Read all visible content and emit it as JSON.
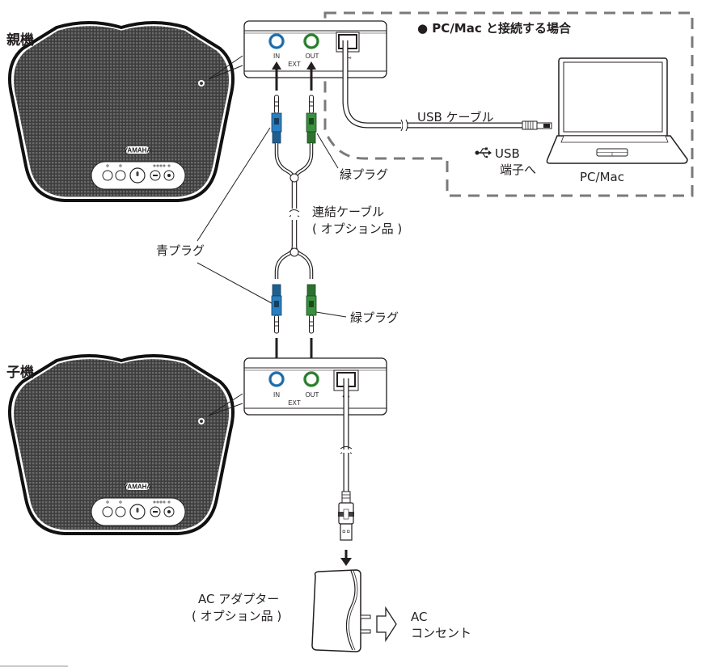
{
  "labels": {
    "main_unit": "親機",
    "sub_unit": "子機",
    "pc_section_title": "● PC/Mac と接続する場合",
    "usb_cable": "USB ケーブル",
    "usb_port_line1": "USB",
    "usb_port_line2": "端子へ",
    "pc_mac": "PC/Mac",
    "green_plug_top": "緑プラグ",
    "link_cable_line1": "連結ケーブル",
    "link_cable_line2": "( オプション品 )",
    "blue_plug": "青プラグ",
    "green_plug_bottom": "緑プラグ",
    "ac_adapter_line1": "AC アダプター",
    "ac_adapter_line2": "( オプション品 )",
    "ac_outlet_line1": "AC",
    "ac_outlet_line2": "コンセント"
  },
  "panel": {
    "jack_in": "IN",
    "jack_out": "OUT",
    "ext": "EXT",
    "brand": "YAMAHA"
  },
  "colors": {
    "blue_plug": "#2a7fc1",
    "green_plug": "#3a8f3e",
    "line": "#231f20",
    "dashed_border": "#7a7a7a",
    "speaker_body": "#3a3a3a"
  },
  "icons": {
    "usb": "usb-icon",
    "bluetooth": "bluetooth-icon",
    "phone": "phone-icon",
    "mic": "microphone-icon",
    "vol_down": "volume-down-icon",
    "vol_up": "volume-up-icon"
  }
}
